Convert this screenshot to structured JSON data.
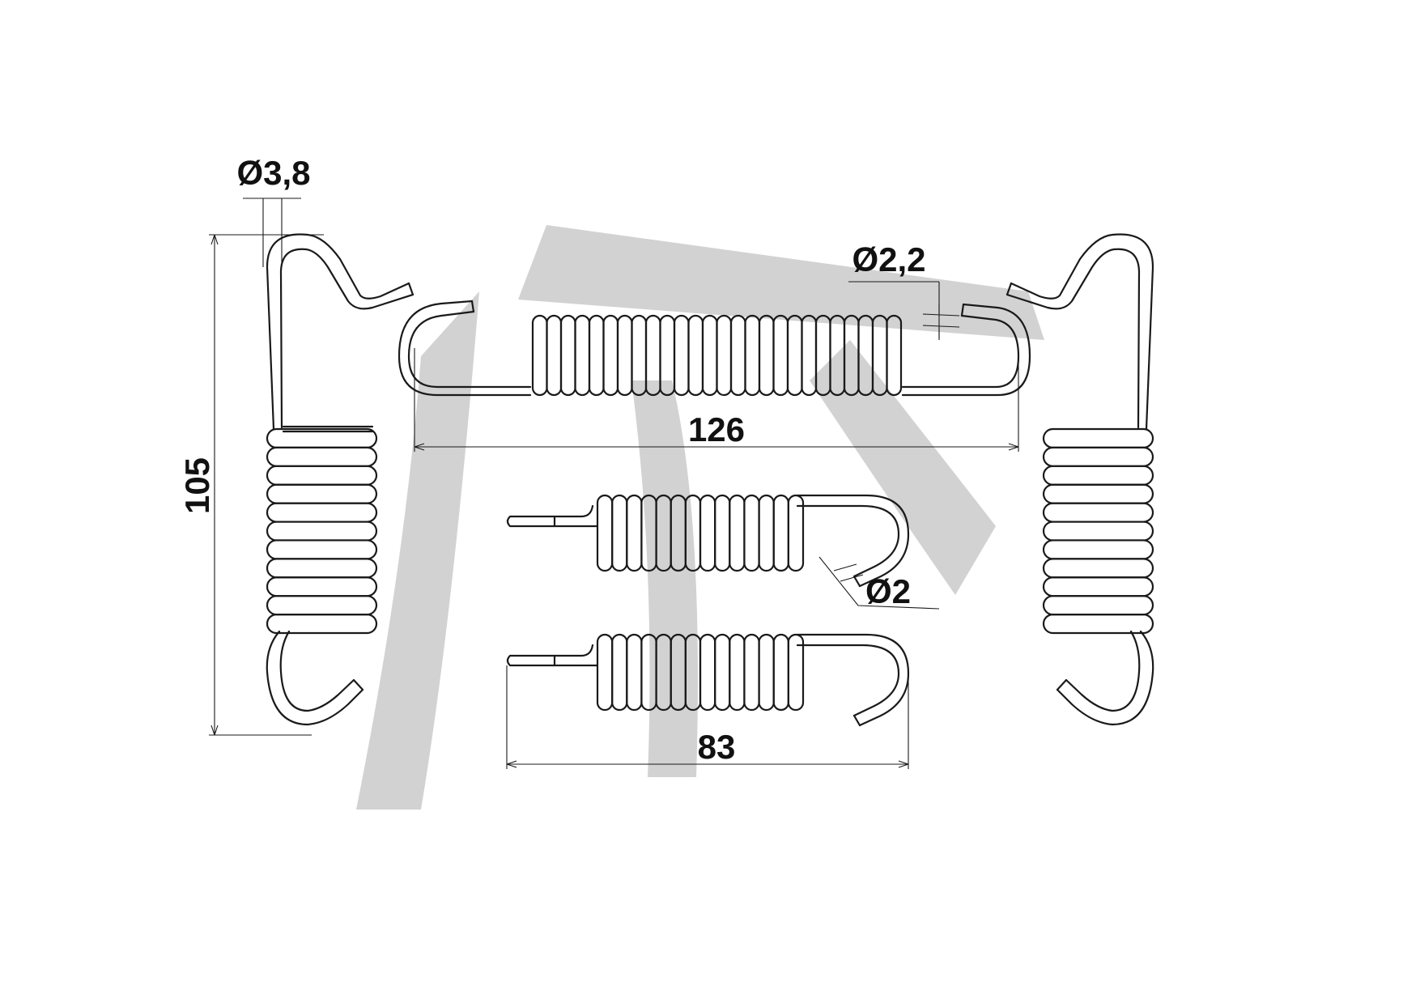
{
  "drawing": {
    "dimensions": {
      "length_126": "126",
      "length_83": "83",
      "height_105": "105",
      "wire_dia_38": "Ø3,8",
      "wire_dia_22": "Ø2,2",
      "wire_dia_2": "Ø2"
    },
    "colors": {
      "line": "#1a1a1a",
      "watermark": "#d2d2d2",
      "background": "#ffffff"
    }
  }
}
